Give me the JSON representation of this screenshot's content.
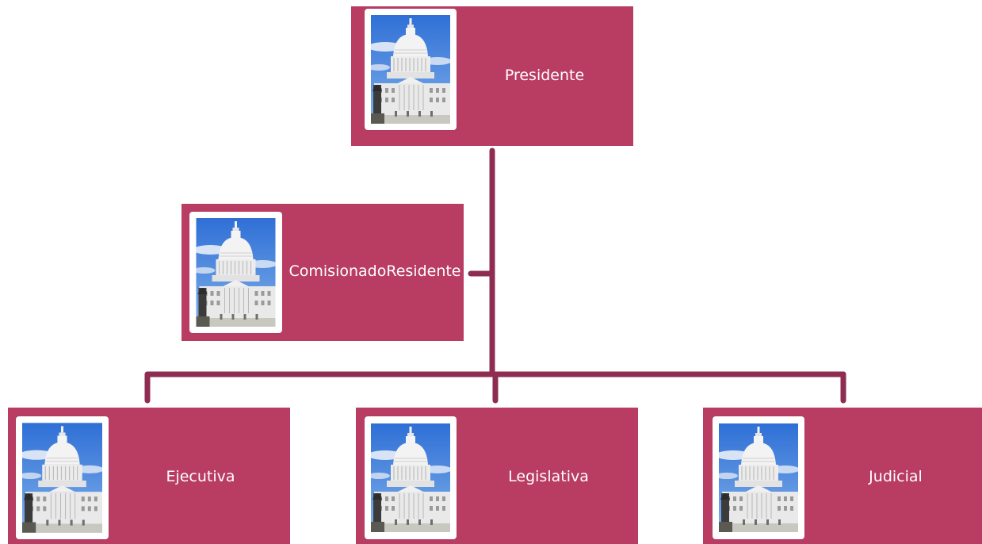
{
  "colors": {
    "box_fill": "#b93c63",
    "connector": "#8e2c52",
    "label_text": "#ffffff"
  },
  "nodes": {
    "presidente": {
      "label": "Presidente",
      "icon": "capitol-building-photo"
    },
    "comisionado": {
      "label": "ComisionadoResidente",
      "icon": "capitol-building-photo"
    },
    "ejecutiva": {
      "label": "Ejecutiva",
      "icon": "capitol-building-photo"
    },
    "legislativa": {
      "label": "Legislativa",
      "icon": "capitol-building-photo"
    },
    "judicial": {
      "label": "Judicial",
      "icon": "capitol-building-photo"
    }
  }
}
